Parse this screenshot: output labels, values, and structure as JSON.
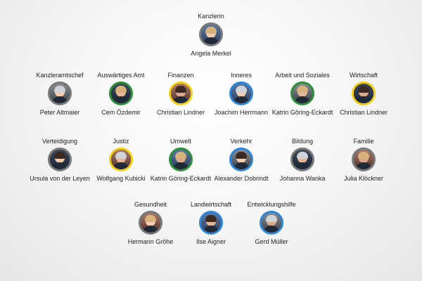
{
  "chart": {
    "rows": [
      [
        {
          "role": "Kanzlerin",
          "name": "Angela Merkel",
          "party": "union"
        }
      ],
      [
        {
          "role": "Kanzleramtschef",
          "name": "Peter Altmaier",
          "party": "union"
        },
        {
          "role": "Auswärtiges Amt",
          "name": "Cem Özdemir",
          "party": "gruene"
        },
        {
          "role": "Finanzen",
          "name": "Christian Lindner",
          "party": "fdp"
        },
        {
          "role": "Inneres",
          "name": "Joachim Herrmann",
          "party": "csu"
        },
        {
          "role": "Arbeit und Soziales",
          "name": "Katrin Göring-Eckardt",
          "party": "gruene"
        },
        {
          "role": "Wirtschaft",
          "name": "Christian Lindner",
          "party": "fdp"
        }
      ],
      [
        {
          "role": "Verteidigung",
          "name": "Ursula von der Leyen",
          "party": "union"
        },
        {
          "role": "Justiz",
          "name": "Wolfgang Kubicki",
          "party": "fdp"
        },
        {
          "role": "Umwelt",
          "name": "Katrin Göring-Eckardt",
          "party": "gruene"
        },
        {
          "role": "Verkehr",
          "name": "Alexander Dobrindt",
          "party": "csu"
        },
        {
          "role": "Bildung",
          "name": "Johanna Wanka",
          "party": "union"
        },
        {
          "role": "Familie",
          "name": "Julia Klöckner",
          "party": "union"
        }
      ],
      [
        {
          "role": "Gesundheit",
          "name": "Hermann Gröhe",
          "party": "union"
        },
        {
          "role": "Landwirtschaft",
          "name": "Ilse Aigner",
          "party": "csu"
        },
        {
          "role": "Entwicklungshilfe",
          "name": "Gerd Müller",
          "party": "csu"
        }
      ]
    ],
    "party_colors": {
      "union": "#7a7a7a",
      "gruene": "#2f8f3a",
      "fdp": "#f2cf16",
      "csu": "#2f86d8",
      "spd": "#d2382d"
    }
  }
}
